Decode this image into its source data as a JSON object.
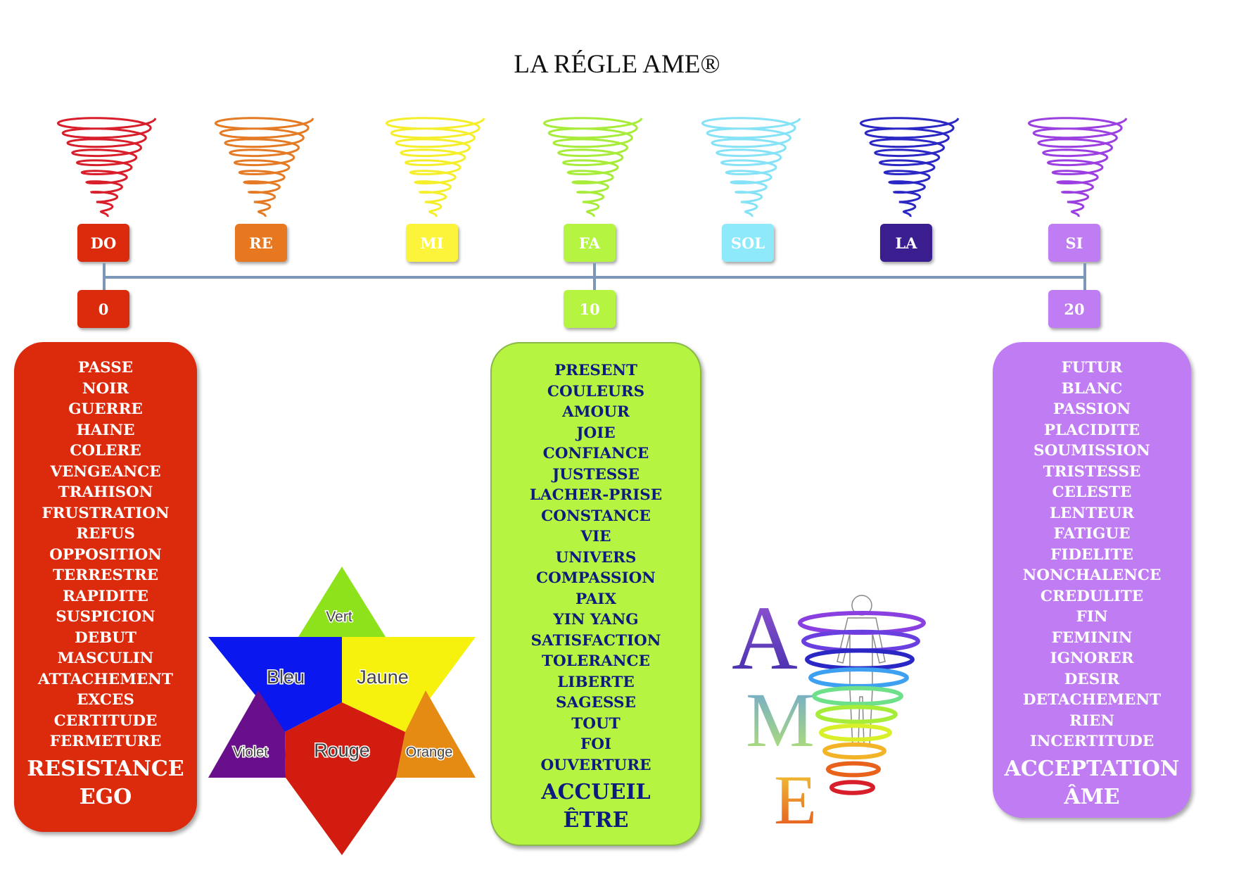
{
  "title": "LA RÉGLE AME®",
  "notes": [
    {
      "label": "DO",
      "color": "#dc2a0c",
      "text_color": "#ffffff"
    },
    {
      "label": "RE",
      "color": "#e7781f",
      "text_color": "#ffffff"
    },
    {
      "label": "MI",
      "color": "#fbf43a",
      "text_color": "#ffffff"
    },
    {
      "label": "FA",
      "color": "#b5f542",
      "text_color": "#ffffff"
    },
    {
      "label": "SOL",
      "color": "#8ee9fb",
      "text_color": "#ffffff"
    },
    {
      "label": "LA",
      "color": "#3a1d8e",
      "text_color": "#ffffff"
    },
    {
      "label": "SI",
      "color": "#c07cf2",
      "text_color": "#ffffff"
    }
  ],
  "spiral_colors": [
    "#d81e2a",
    "#e57a24",
    "#f5ee2a",
    "#a8ec3a",
    "#86e2f6",
    "#2b27c4",
    "#9b3fe0"
  ],
  "scale": [
    {
      "label": "0",
      "color": "#dc2a0c"
    },
    {
      "label": "10",
      "color": "#b5f542"
    },
    {
      "label": "20",
      "color": "#c07cf2"
    }
  ],
  "panels": {
    "left": {
      "words": [
        "PASSE",
        "NOIR",
        "GUERRE",
        "HAINE",
        "COLERE",
        "VENGEANCE",
        "TRAHISON",
        "FRUSTRATION",
        "REFUS",
        "OPPOSITION",
        "TERRESTRE",
        "RAPIDITE",
        "SUSPICION",
        "DEBUT",
        "MASCULIN",
        "ATTACHEMENT",
        "EXCES",
        "CERTITUDE",
        "FERMETURE"
      ],
      "highlight": [
        "RESISTANCE",
        "EGO"
      ]
    },
    "middle": {
      "words": [
        "PRESENT",
        "COULEURS",
        "AMOUR",
        "JOIE",
        "CONFIANCE",
        "JUSTESSE",
        "LACHER-PRISE",
        "CONSTANCE",
        "VIE",
        "UNIVERS",
        "COMPASSION",
        "PAIX",
        "YIN YANG",
        "SATISFACTION",
        "TOLERANCE",
        "LIBERTE",
        "SAGESSE",
        "TOUT",
        "FOI",
        "OUVERTURE"
      ],
      "highlight": [
        "ACCUEIL",
        "ÊTRE"
      ]
    },
    "right": {
      "words": [
        "FUTUR",
        "BLANC",
        "PASSION",
        "PLACIDITE",
        "SOUMISSION",
        "TRISTESSE",
        "CELESTE",
        "LENTEUR",
        "FATIGUE",
        "FIDELITE",
        "NONCHALENCE",
        "CREDULITE",
        "FIN",
        "FEMININ",
        "IGNORER",
        "DESIR",
        "DETACHEMENT",
        "RIEN",
        "INCERTITUDE"
      ],
      "highlight": [
        "ACCEPTATION",
        "ÂME"
      ]
    }
  },
  "star": {
    "top": {
      "label": "Vert",
      "color": "#8ee21c"
    },
    "upper_left": {
      "label": "Bleu",
      "color": "#0a17ef"
    },
    "upper_right": {
      "label": "Jaune",
      "color": "#f7f20d"
    },
    "lower_left": {
      "label": "Violet",
      "color": "#6a0f8c"
    },
    "center": {
      "label": "Rouge",
      "color": "#d21c0f"
    },
    "lower_right": {
      "label": "Orange",
      "color": "#e58a13"
    }
  },
  "logo": {
    "letters": [
      "A",
      "M",
      "E"
    ]
  }
}
